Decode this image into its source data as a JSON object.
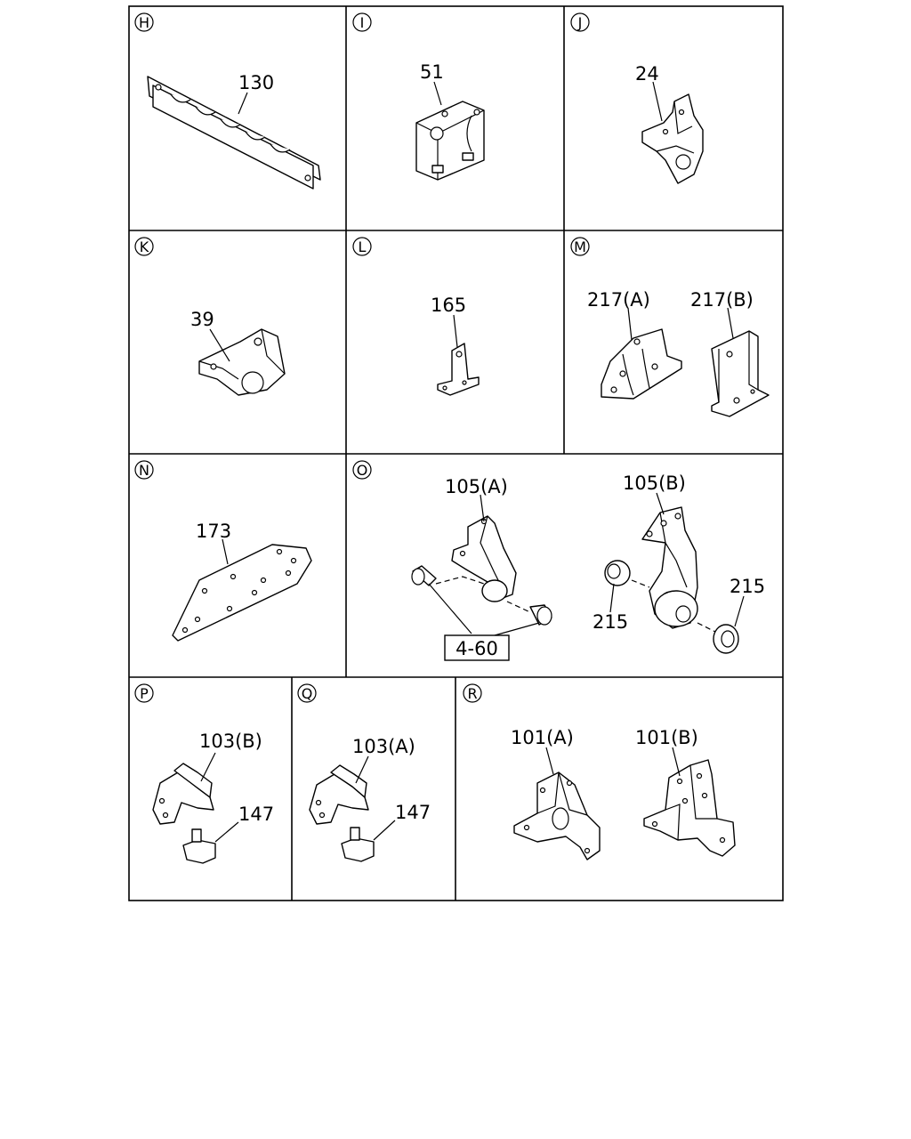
{
  "panels": {
    "H": {
      "id": "H",
      "parts": [
        "130"
      ]
    },
    "I": {
      "id": "I",
      "parts": [
        "51"
      ]
    },
    "J": {
      "id": "J",
      "parts": [
        "24"
      ]
    },
    "K": {
      "id": "K",
      "parts": [
        "39"
      ]
    },
    "L": {
      "id": "L",
      "parts": [
        "165"
      ]
    },
    "M": {
      "id": "M",
      "parts": [
        "217(A)",
        "217(B)"
      ]
    },
    "N": {
      "id": "N",
      "parts": [
        "173"
      ]
    },
    "O": {
      "id": "O",
      "parts": [
        "105(A)",
        "4-60",
        "105(B)",
        "215",
        "215"
      ]
    },
    "P": {
      "id": "P",
      "parts": [
        "103(B)",
        "147"
      ]
    },
    "Q": {
      "id": "Q",
      "parts": [
        "103(A)",
        "147"
      ]
    },
    "R": {
      "id": "R",
      "parts": [
        "101(A)",
        "101(B)"
      ]
    }
  }
}
